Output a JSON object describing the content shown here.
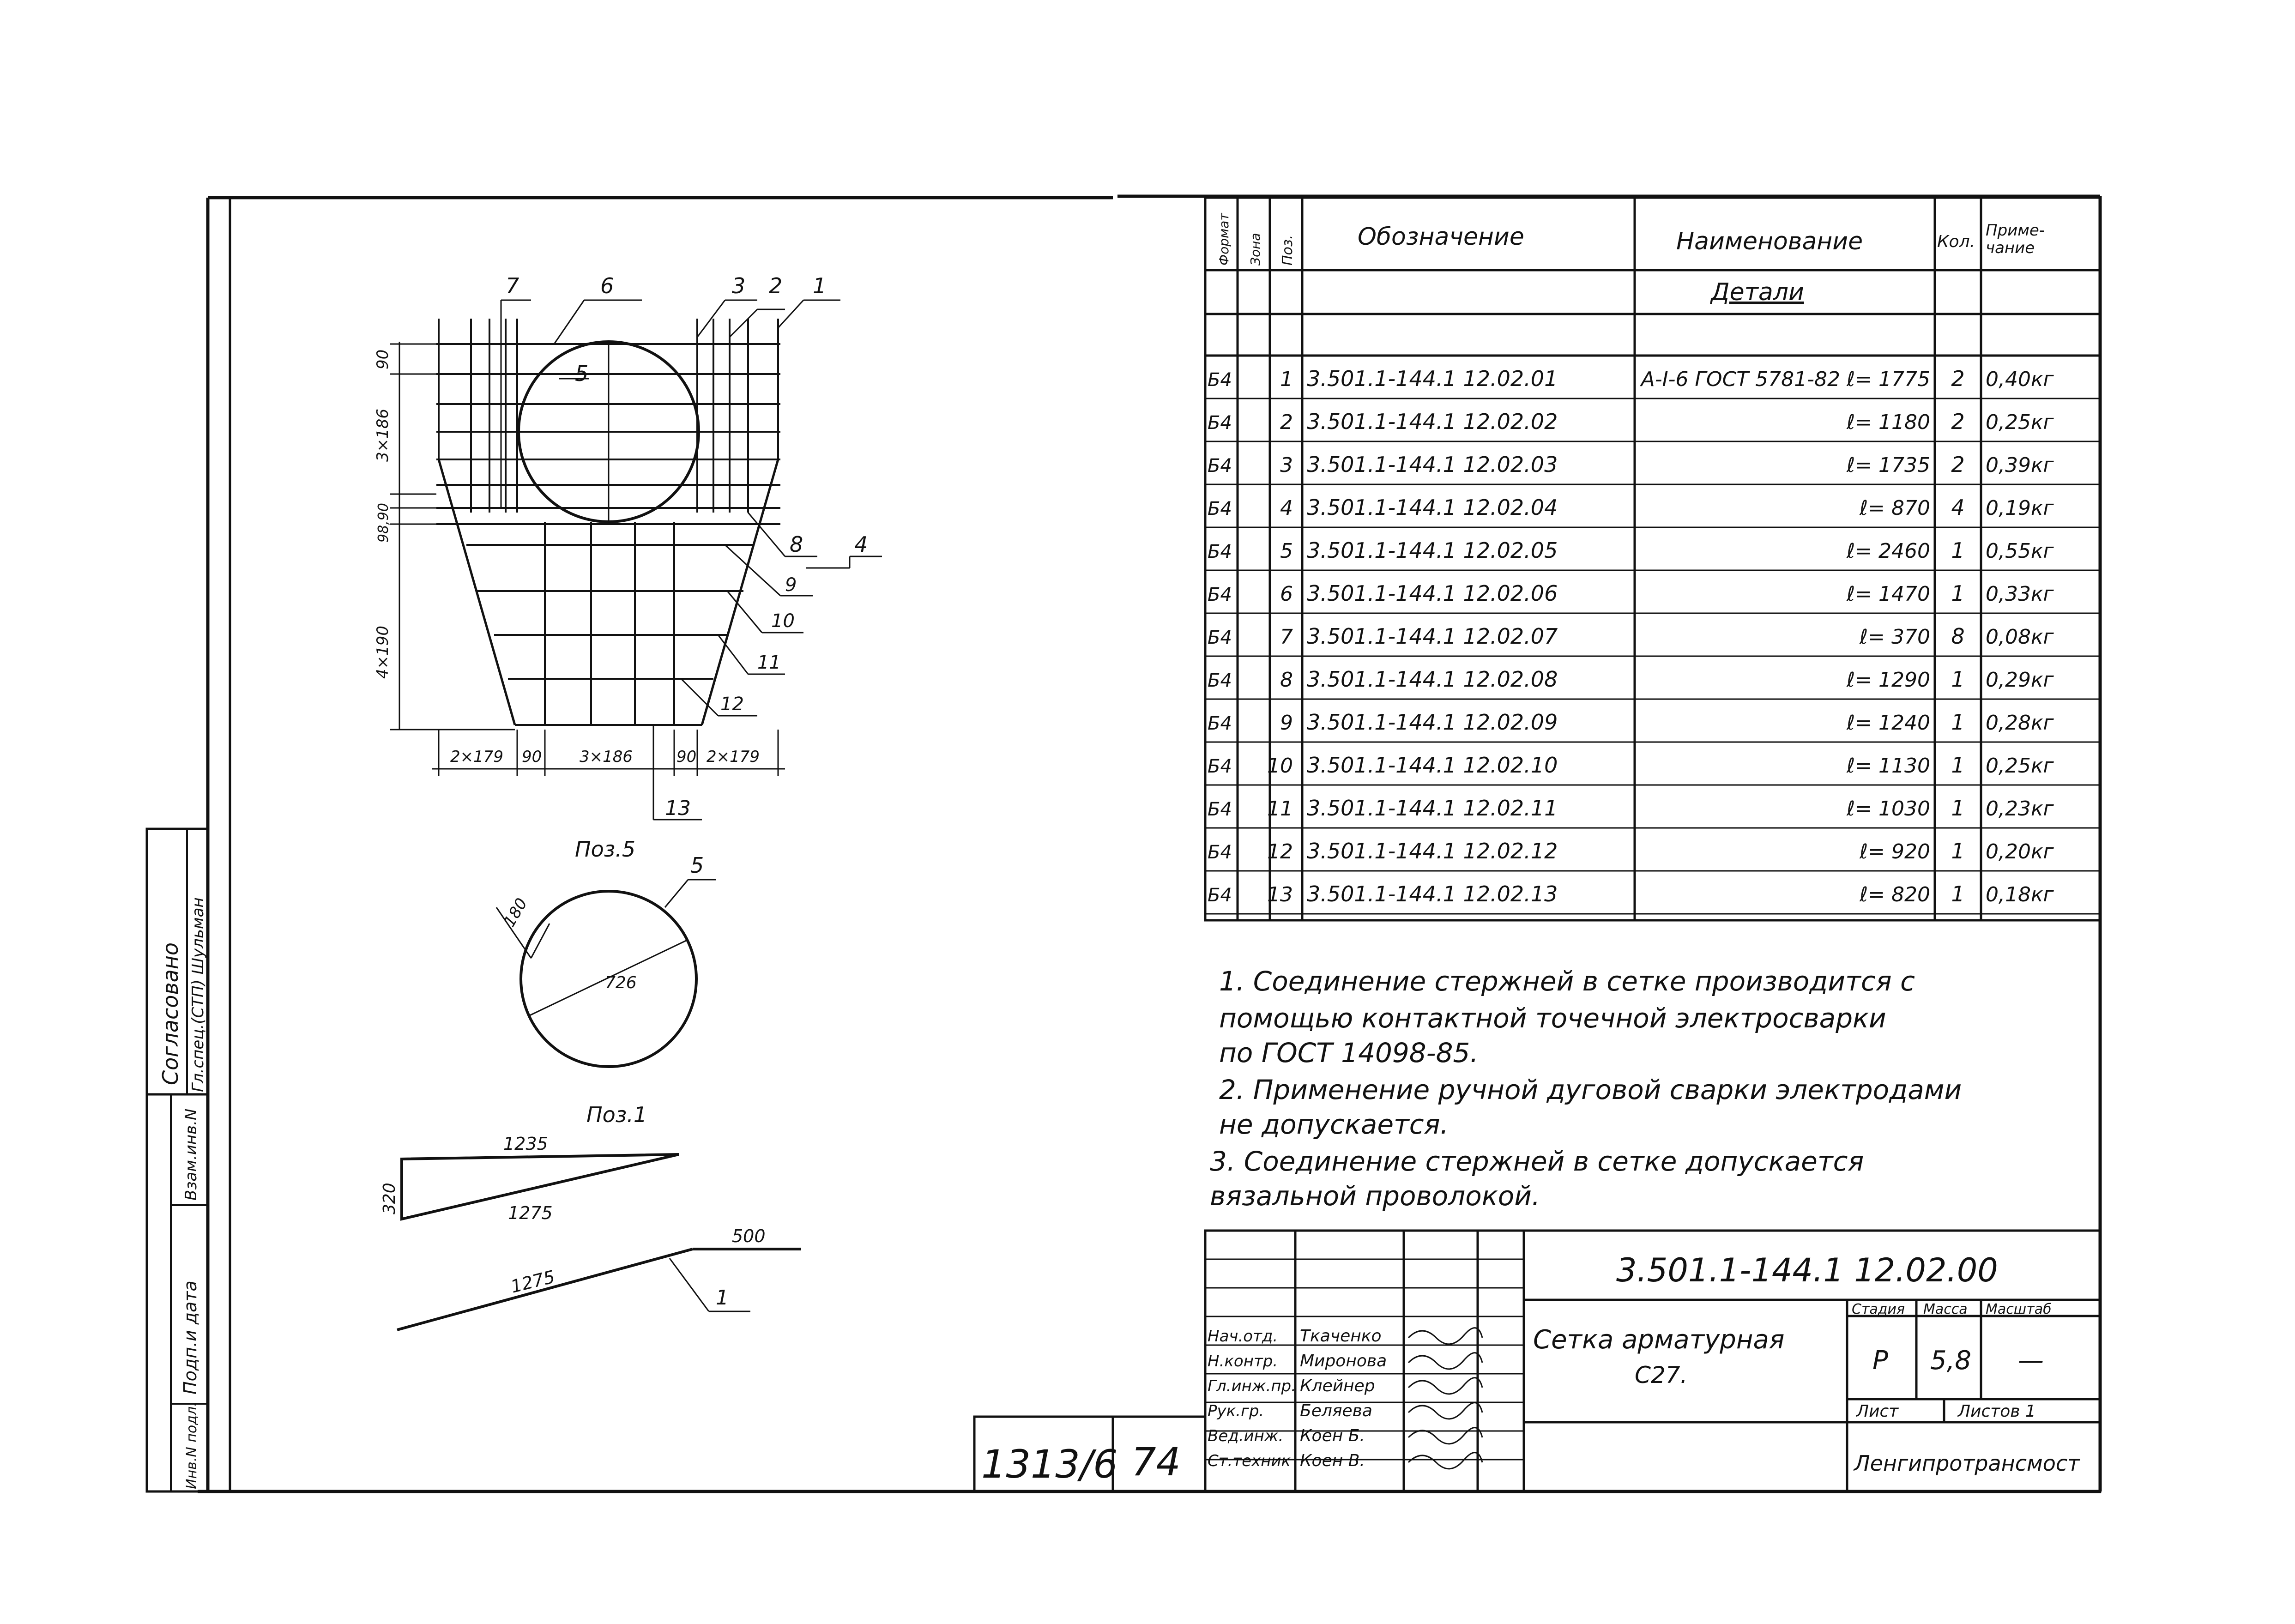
{
  "spec": {
    "headers": {
      "format": "Формат",
      "zone": "Зона",
      "pos": "Поз.",
      "designation": "Обозначение",
      "name": "Наименование",
      "qty": "Кол.",
      "note": "Приме-\nчание"
    },
    "section": "Детали",
    "rows": [
      {
        "fmt": "Б4",
        "pos": "1",
        "designation": "3.501.1-144.1  12.02.01",
        "name": "A-I-6 ГОСТ 5781-82  ℓ= 1775",
        "qty": "2",
        "note": "0,40кг"
      },
      {
        "fmt": "Б4",
        "pos": "2",
        "designation": "3.501.1-144.1  12.02.02",
        "name": "ℓ= 1180",
        "qty": "2",
        "note": "0,25кг"
      },
      {
        "fmt": "Б4",
        "pos": "3",
        "designation": "3.501.1-144.1  12.02.03",
        "name": "ℓ= 1735",
        "qty": "2",
        "note": "0,39кг"
      },
      {
        "fmt": "Б4",
        "pos": "4",
        "designation": "3.501.1-144.1  12.02.04",
        "name": "ℓ= 870",
        "qty": "4",
        "note": "0,19кг"
      },
      {
        "fmt": "Б4",
        "pos": "5",
        "designation": "3.501.1-144.1  12.02.05",
        "name": "ℓ= 2460",
        "qty": "1",
        "note": "0,55кг"
      },
      {
        "fmt": "Б4",
        "pos": "6",
        "designation": "3.501.1-144.1  12.02.06",
        "name": "ℓ= 1470",
        "qty": "1",
        "note": "0,33кг"
      },
      {
        "fmt": "Б4",
        "pos": "7",
        "designation": "3.501.1-144.1  12.02.07",
        "name": "ℓ= 370",
        "qty": "8",
        "note": "0,08кг"
      },
      {
        "fmt": "Б4",
        "pos": "8",
        "designation": "3.501.1-144.1  12.02.08",
        "name": "ℓ= 1290",
        "qty": "1",
        "note": "0,29кг"
      },
      {
        "fmt": "Б4",
        "pos": "9",
        "designation": "3.501.1-144.1  12.02.09",
        "name": "ℓ= 1240",
        "qty": "1",
        "note": "0,28кг"
      },
      {
        "fmt": "Б4",
        "pos": "10",
        "designation": "3.501.1-144.1  12.02.10",
        "name": "ℓ= 1130",
        "qty": "1",
        "note": "0,25кг"
      },
      {
        "fmt": "Б4",
        "pos": "11",
        "designation": "3.501.1-144.1  12.02.11",
        "name": "ℓ= 1030",
        "qty": "1",
        "note": "0,23кг"
      },
      {
        "fmt": "Б4",
        "pos": "12",
        "designation": "3.501.1-144.1  12.02.12",
        "name": "ℓ= 920",
        "qty": "1",
        "note": "0,20кг"
      },
      {
        "fmt": "Б4",
        "pos": "13",
        "designation": "3.501.1-144.1  12.02.13",
        "name": "ℓ= 820",
        "qty": "1",
        "note": "0,18кг"
      }
    ]
  },
  "notes": [
    "1. Соединение стержней в сетке производится с",
    "помощью контактной точечной электросварки",
    "по ГОСТ 14098-85.",
    "2. Применение ручной дуговой сварки электродами",
    "не допускается.",
    "3. Соединение стержней в сетке допускается",
    "вязальной проволокой."
  ],
  "drawing": {
    "callouts": [
      "7",
      "6",
      "3",
      "2",
      "1",
      "5",
      "8",
      "4",
      "9",
      "10",
      "11",
      "12",
      "13"
    ],
    "dims": {
      "top": "90",
      "upper": "3×186",
      "mid": "98,90",
      "lower": "4×190",
      "b1": "2×179",
      "b2": "90",
      "b3": "3×186",
      "b4": "90",
      "b5": "2×179"
    },
    "pos5": {
      "title": "Поз.5",
      "callout": "5",
      "d1": "180",
      "d2": "726"
    },
    "pos1": {
      "title": "Поз.1",
      "top": "1235",
      "side": "320",
      "hyp": "1275"
    },
    "bar": {
      "len1": "1275",
      "len2": "500",
      "callout": "1"
    }
  },
  "title_block": {
    "doc_code": "3.501.1-144.1  12.02.00",
    "title_line1": "Сетка арматурная",
    "title_line2": "С27.",
    "stage_label": "Стадия",
    "mass_label": "Масса",
    "scale_label": "Масштаб",
    "stage": "Р",
    "mass": "5,8",
    "scale": "—",
    "sheet_label": "Лист",
    "sheets_label": "Листов 1",
    "org": "Ленгипротрансмост",
    "people": [
      {
        "role": "Нач.отд.",
        "name": "Ткаченко"
      },
      {
        "role": "Н.контр.",
        "name": "Миронова"
      },
      {
        "role": "Гл.инж.пр.",
        "name": "Клейнер"
      },
      {
        "role": "Рук.гр.",
        "name": "Беляева"
      },
      {
        "role": "Вед.инж.",
        "name": "Коен Б."
      },
      {
        "role": "Ст.техник",
        "name": "Коен В."
      }
    ]
  },
  "stamp": {
    "inv": "1313/6",
    "page": "74"
  },
  "side": {
    "agreed": "Согласовано",
    "agreed_by": "Гл.спец.(СТП) Шульман",
    "replace_inv": "Взам.инв.N",
    "sign_date": "Подп.и дата",
    "orig_inv": "Инв.N подл."
  }
}
